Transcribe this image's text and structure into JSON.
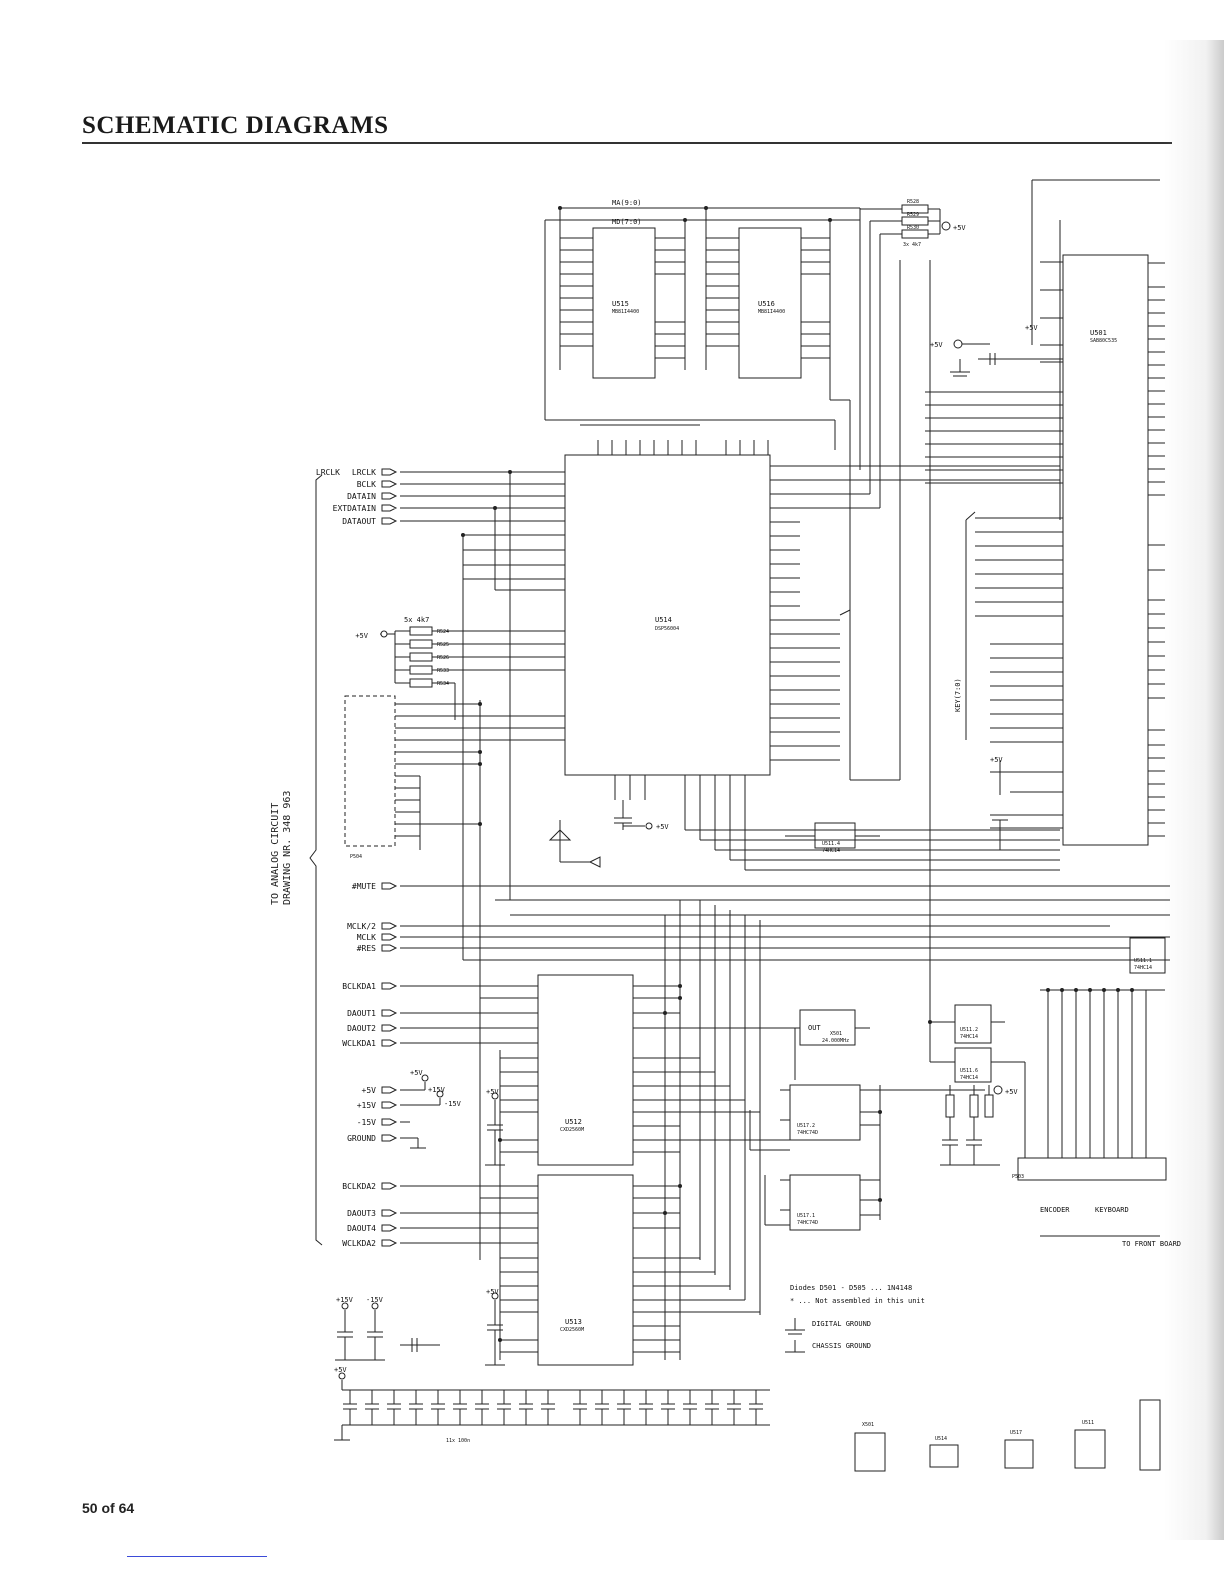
{
  "header": {
    "title": "SCHEMATIC DIAGRAMS"
  },
  "footer": {
    "page": "50 of 64"
  },
  "side_note": {
    "line1": "TO ANALOG CIRCUIT",
    "line2": "DRAWING NR. 348 963"
  },
  "inputs": {
    "lrclk": "LRCLK",
    "bclk": "BCLK",
    "datain": "DATAIN",
    "extdatain": "EXTDATAIN",
    "dataout": "DATAOUT",
    "mute": "#MUTE",
    "mclk2": "MCLK/2",
    "mclk": "MCLK",
    "res": "#RES",
    "bclkda1": "BCLKDA1",
    "daout1": "DAOUT1",
    "daout2": "DAOUT2",
    "wclkda1": "WCLKDA1",
    "bclkda2": "BCLKDA2",
    "daout3": "DAOUT3",
    "daout4": "DAOUT4",
    "wclkda2": "WCLKDA2"
  },
  "power": {
    "p5v": "+5V",
    "p15v": "+15V",
    "m15v": "-15V",
    "ground": "GROUND",
    "p15v_net": "+15V",
    "m15v_net": "-15V"
  },
  "bus": {
    "ma": "MA(9:0)",
    "md": "MD(7:0)"
  },
  "chips": {
    "u515": {
      "ref": "U515",
      "part": "MB81I4400"
    },
    "u516": {
      "ref": "U516",
      "part": "MB81I4400"
    },
    "u514": {
      "ref": "U514",
      "part": "DSP56004"
    },
    "u501": {
      "ref": "U501",
      "part": "SAB80C535"
    },
    "u512": {
      "ref": "U512",
      "part": "CXD2560M"
    },
    "u513": {
      "ref": "U513",
      "part": "CXD2560M"
    },
    "u511_4": {
      "ref": "U511.4",
      "part": "74HC14"
    },
    "u511_1": {
      "ref": "U511.1",
      "part": "74HC14"
    },
    "u511_2": {
      "ref": "U511.2",
      "part": "74HC14"
    },
    "u511_6": {
      "ref": "U511.6",
      "part": "74HC14"
    },
    "u517_2": {
      "ref": "U517.2",
      "part": "74HC74D"
    },
    "u517_1": {
      "ref": "U517.1",
      "part": "74HC74D"
    },
    "x501": {
      "ref": "X501",
      "part": "24.000MHz",
      "label": "OUT"
    }
  },
  "resnet": {
    "label": "5x 4k7",
    "r1": "R524",
    "r2": "R525",
    "r3": "R526",
    "r4": "R533",
    "r5": "R534"
  },
  "topres": {
    "r1": "R528",
    "r2": "R529",
    "r3": "R530",
    "label": "3x 4k7"
  },
  "connector_p504": "P504",
  "connector_p503": "P503",
  "keybus": "KEY(7:0)",
  "encoder": "ENCODER",
  "keyboard": "KEYBOARD",
  "front": "TO FRONT BOARD",
  "legend": {
    "diodes": "Diodes D501 - D505 ... 1N4148",
    "not_assembled": "* ... Not assembled in this unit",
    "digital": "DIGITAL GROUND",
    "chassis": "CHASSIS GROUND"
  },
  "caps_note": "11x 100n",
  "footprints": {
    "x501": "X501",
    "u514": "U514",
    "u517": "U517",
    "u511": "U511"
  }
}
